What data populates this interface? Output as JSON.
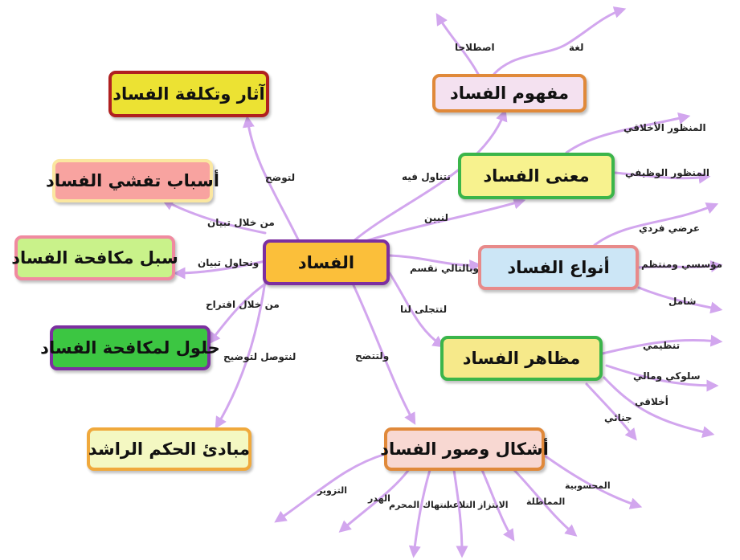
{
  "center": {
    "label": "الفساد",
    "fill": "#fbbf3a",
    "border": "#7c2fa0"
  },
  "nodes": {
    "mafhoum": {
      "label": "مفهوم الفساد",
      "fill": "#f4e1f0",
      "border": "#e0893a"
    },
    "maana": {
      "label": "معنى الفساد",
      "fill": "#f7f28e",
      "border": "#3bb54a"
    },
    "anwaa": {
      "label": "أنواع الفساد",
      "fill": "#cce6f6",
      "border": "#e88a8a"
    },
    "mazaher": {
      "label": "مظاهر الفساد",
      "fill": "#f6e98a",
      "border": "#3bb54a"
    },
    "ashkal": {
      "label": "أشكال وصور الفساد",
      "fill": "#f8d8d2",
      "border": "#e0893a"
    },
    "mabade": {
      "label": "مبادئ الحكم الراشد",
      "fill": "#f4f8c2",
      "border": "#f0a93c"
    },
    "hulul": {
      "label": "حلول لمكافحة الفساد",
      "fill": "#3cc642",
      "border": "#7c2fa0"
    },
    "subul": {
      "label": "سبل مكافحة الفساد",
      "fill": "#c9f28a",
      "border": "#f08aa0"
    },
    "asbab": {
      "label": "أسباب تفشي الفساد",
      "fill": "#f8a3a0",
      "border": "#fbe7a0"
    },
    "athar": {
      "label": "آثار وتكلفة الفساد",
      "fill": "#ece233",
      "border": "#b02020"
    }
  },
  "connectors": {
    "to_athar": "لتوضح",
    "to_mafhoum": "نتناول فيه",
    "to_maana": "لنبين",
    "to_asbab": "من خلال تبيان",
    "to_subul": "ونحاول تبيان",
    "to_anwaa": "وبالتالي نقسم",
    "to_hulul": "من خلال اقتراح",
    "to_mazaher": "لتتجلى لنا",
    "to_ashkal": "ولتتضح",
    "to_mabade": "لنتوصل لتوضيح"
  },
  "sub_labels": {
    "lugha": "لغة",
    "istilahan": "اصطلاحا",
    "akhlaqi_view": "المنظور الأخلاقي",
    "wadhifi_view": "المنظور الوظيفي",
    "aradi": "عرضي فردي",
    "muassasi": "مؤسسي ومنتظم",
    "shamil": "شامل",
    "tandhimi": "تنظيمي",
    "suluki": "سلوكي ومالي",
    "akhlaqi": "أخلاقي",
    "jinai": "جنائي",
    "tazwir": "التزوير",
    "hadr": "الهدر",
    "intihak": "انتهاك المحرم",
    "talaub": "التلاعب",
    "ibtizaz": "الابتزاز",
    "mumatala": "المماطلة",
    "mahsubia": "المحسوبية"
  },
  "colors": {
    "branch": "#d2a6ee"
  }
}
